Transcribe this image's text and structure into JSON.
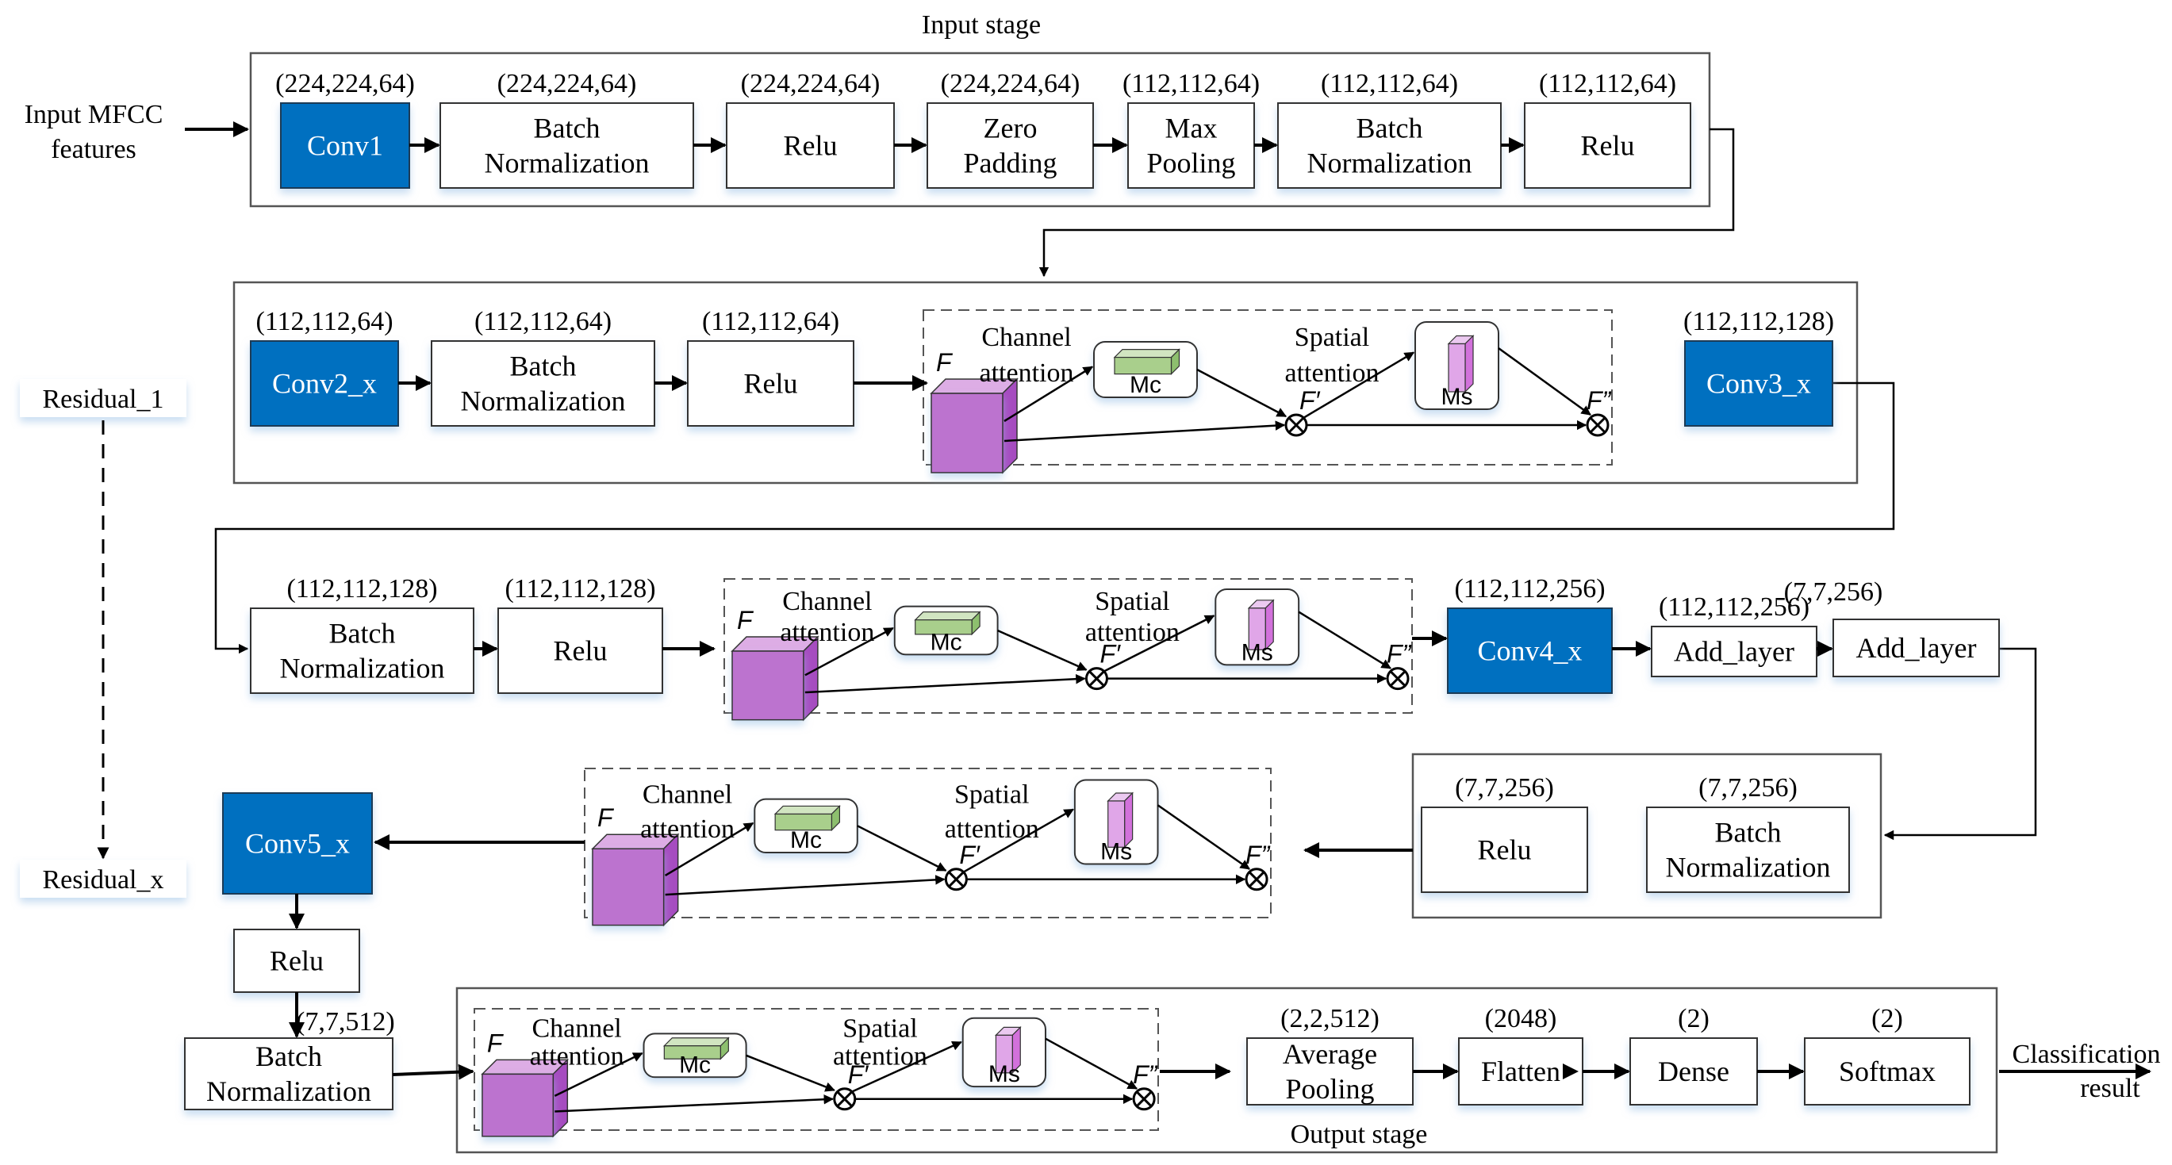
{
  "title": "Input stage",
  "output_stage_label": "Output stage",
  "input_label": [
    "Input MFCC",
    "features"
  ],
  "output_label": [
    "Classification",
    "result"
  ],
  "residual": {
    "start": "Residual_1",
    "end": "Residual_x"
  },
  "colors": {
    "conv_blue": "#0070C0",
    "cube_front": "#BC73CF",
    "cube_top": "#DDADE5",
    "cube_side": "#A64CC0",
    "mc_front": "#A9CF8C",
    "mc_top": "#D1E5C1",
    "mc_side": "#8DBF6E"
  },
  "attention": {
    "channel": [
      "Channel",
      "attention"
    ],
    "spatial": [
      "Spatial",
      "attention"
    ],
    "mc": "Mc",
    "ms": "Ms",
    "f": "F",
    "f1": "F′",
    "f2": "F”"
  },
  "row1": [
    {
      "name": "conv1",
      "lines": [
        "Conv1"
      ],
      "shape": "(224,224,64)",
      "type": "conv"
    },
    {
      "name": "batch-norm-1",
      "lines": [
        "Batch",
        "Normalization"
      ],
      "shape": "(224,224,64)",
      "type": "layer"
    },
    {
      "name": "relu-1",
      "lines": [
        "Relu"
      ],
      "shape": "(224,224,64)",
      "type": "layer"
    },
    {
      "name": "zero-padding",
      "lines": [
        "Zero",
        "Padding"
      ],
      "shape": "(224,224,64)",
      "type": "layer"
    },
    {
      "name": "max-pooling",
      "lines": [
        "Max",
        "Pooling"
      ],
      "shape": "(112,112,64)",
      "type": "layer"
    },
    {
      "name": "batch-norm-2",
      "lines": [
        "Batch",
        "Normalization"
      ],
      "shape": "(112,112,64)",
      "type": "layer"
    },
    {
      "name": "relu-2",
      "lines": [
        "Relu"
      ],
      "shape": "(112,112,64)",
      "type": "layer"
    }
  ],
  "row2": [
    {
      "name": "conv2-x",
      "lines": [
        "Conv2_x"
      ],
      "shape": "(112,112,64)",
      "type": "conv"
    },
    {
      "name": "batch-norm-3",
      "lines": [
        "Batch",
        "Normalization"
      ],
      "shape": "(112,112,64)",
      "type": "layer"
    },
    {
      "name": "relu-3",
      "lines": [
        "Relu"
      ],
      "shape": "(112,112,64)",
      "type": "layer"
    },
    {
      "name": "conv3-x",
      "lines": [
        "Conv3_x"
      ],
      "shape": "(112,112,128)",
      "type": "conv"
    }
  ],
  "row3": [
    {
      "name": "batch-norm-4",
      "lines": [
        "Batch",
        "Normalization"
      ],
      "shape": "(112,112,128)",
      "type": "layer"
    },
    {
      "name": "relu-4",
      "lines": [
        "Relu"
      ],
      "shape": "(112,112,128)",
      "type": "layer"
    },
    {
      "name": "conv4-x",
      "lines": [
        "Conv4_x"
      ],
      "shape": "(112,112,256)",
      "type": "conv"
    },
    {
      "name": "add-layer-1",
      "lines": [
        "Add_layer"
      ],
      "shape": "(112,112,256)",
      "type": "layer"
    },
    {
      "name": "add-layer-2",
      "lines": [
        "Add_layer"
      ],
      "shape": "(7,7,256)",
      "type": "layer"
    }
  ],
  "row4": [
    {
      "name": "relu-5",
      "lines": [
        "Relu"
      ],
      "shape": "(7,7,256)",
      "type": "layer"
    },
    {
      "name": "batch-norm-5",
      "lines": [
        "Batch",
        "Normalization"
      ],
      "shape": "(7,7,256)",
      "type": "layer"
    },
    {
      "name": "conv5-x",
      "lines": [
        "Conv5_x"
      ],
      "shape": "",
      "type": "conv"
    },
    {
      "name": "relu-6",
      "lines": [
        "Relu"
      ],
      "shape": "",
      "type": "layer"
    },
    {
      "name": "batch-norm-6",
      "lines": [
        "Batch",
        "Normalization"
      ],
      "shape": "(7,7,512)",
      "type": "layer"
    }
  ],
  "row5": [
    {
      "name": "average-pooling",
      "lines": [
        "Average",
        "Pooling"
      ],
      "shape": "(2,2,512)",
      "type": "layer"
    },
    {
      "name": "flatten",
      "lines": [
        "Flatten"
      ],
      "shape": "(2048)",
      "type": "layer"
    },
    {
      "name": "dense",
      "lines": [
        "Dense"
      ],
      "shape": "(2)",
      "type": "layer"
    },
    {
      "name": "softmax",
      "lines": [
        "Softmax"
      ],
      "shape": "(2)",
      "type": "layer"
    }
  ]
}
